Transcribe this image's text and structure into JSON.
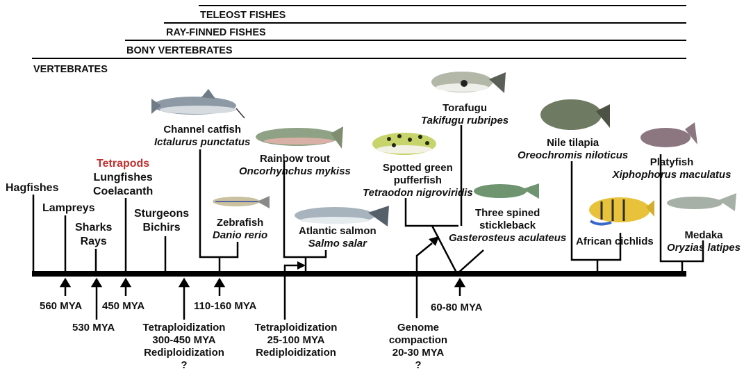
{
  "clades": {
    "teleost": "TELEOST FISHES",
    "ray_finned": "RAY-FINNED FISHES",
    "bony": "BONY VERTEBRATES",
    "vertebrates": "VERTEBRATES"
  },
  "taxa": {
    "hagfishes": "Hagfishes",
    "lampreys": "Lampreys",
    "sharks": "Sharks",
    "rays": "Rays",
    "tetrapods": "Tetrapods",
    "lungfishes": "Lungfishes",
    "coelacanth": "Coelacanth",
    "sturgeons": "Sturgeons",
    "bichirs": "Bichirs",
    "catfish_common": "Channel catfish",
    "catfish_latin": "Ictalurus punctatus",
    "zebrafish_common": "Zebrafish",
    "zebrafish_latin": "Danio rerio",
    "trout_common": "Rainbow trout",
    "trout_latin": "Oncorhynchus mykiss",
    "salmon_common": "Atlantic salmon",
    "salmon_latin": "Salmo salar",
    "pufferfish_common_1": "Spotted green",
    "pufferfish_common_2": "pufferfish",
    "pufferfish_latin": "Tetraodon nigroviridis",
    "fugu_common": "Torafugu",
    "fugu_latin": "Takifugu rubripes",
    "stickleback_common_1": "Three spined",
    "stickleback_common_2": "stickleback",
    "stickleback_latin": "Gasterosteus aculateus",
    "tilapia_common": "Nile tilapia",
    "tilapia_latin": "Oreochromis niloticus",
    "cichlids": "African cichlids",
    "platyfish_common": "Platyfish",
    "platyfish_latin": "Xiphophorus maculatus",
    "medaka_common": "Medaka",
    "medaka_latin": "Oryzias latipes"
  },
  "events": {
    "mya_560": "560 MYA",
    "mya_530": "530 MYA",
    "mya_450": "450 MYA",
    "mya_110_160": "110-160 MYA",
    "mya_60_80": "60-80 MYA",
    "wgd1_line1": "Tetraploidization",
    "wgd1_line2": "300-450 MYA",
    "wgd1_line3": "Rediploidization",
    "wgd1_line4": "?",
    "wgd2_line1": "Tetraploidization",
    "wgd2_line2": "25-100 MYA",
    "wgd2_line3": "Rediploidization",
    "gc_line1": "Genome",
    "gc_line2": "compaction",
    "gc_line3": "20-30 MYA",
    "gc_line4": "?"
  },
  "colors": {
    "tetrapods": "#c0302f",
    "line": "#000000"
  }
}
